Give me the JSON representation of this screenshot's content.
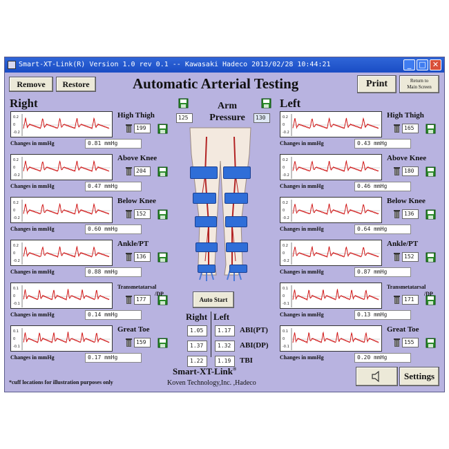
{
  "window": {
    "title": "Smart-XT-Link(R)  Version 1.0 rev 0.1   -- Kawasaki Hadeco  2013/02/28     10:44:21",
    "minimize_glyph": "_",
    "maximize_glyph": "□",
    "close_glyph": "✕"
  },
  "toolbar": {
    "remove_label": "Remove",
    "restore_label": "Restore",
    "print_label": "Print",
    "return_line1": "Return to",
    "return_line2": "Main Screen",
    "auto_start_label": "Auto Start",
    "settings_label": "Settings"
  },
  "header": {
    "title": "Automatic Arterial Testing"
  },
  "right_side": {
    "heading": "Right",
    "channels": [
      {
        "location": "High Thigh",
        "pressure": "199",
        "change": "0.81 mmHg",
        "change_label": "Changes in mmHg",
        "y_ticks": [
          "0.2",
          "0",
          "-0.2"
        ]
      },
      {
        "location": "Above Knee",
        "pressure": "204",
        "change": "0.47 mmHg",
        "change_label": "Changes in mmHg",
        "y_ticks": [
          "0.2",
          "0",
          "-0.2"
        ]
      },
      {
        "location": "Below Knee",
        "pressure": "152",
        "change": "0.60 mmHg",
        "change_label": "Changes in mmHg",
        "y_ticks": [
          "0.2",
          "0",
          "-0.2"
        ]
      },
      {
        "location": "Ankle/PT",
        "pressure": "136",
        "change": "0.88 mmHg",
        "change_label": "Changes in mmHg",
        "y_ticks": [
          "0.2",
          "0",
          "-0.2"
        ]
      },
      {
        "location": "Transmetatarsal",
        "location_suffix": "/DP",
        "pressure": "177",
        "change": "0.14 mmHg",
        "change_label": "Changes in mmHg",
        "y_ticks": [
          "0.1",
          "0",
          "-0.1"
        ]
      },
      {
        "location": "Great Toe",
        "pressure": "159",
        "change": "0.17 mmHg",
        "change_label": "Changes in mmHg",
        "y_ticks": [
          "0.1",
          "0",
          "-0.1"
        ]
      }
    ]
  },
  "left_side": {
    "heading": "Left",
    "channels": [
      {
        "location": "High Thigh",
        "pressure": "165",
        "change": "0.43 mmHg",
        "change_label": "Changes in mmHg",
        "y_ticks": [
          "0.2",
          "0",
          "-0.2"
        ]
      },
      {
        "location": "Above Knee",
        "pressure": "180",
        "change": "0.46 mmHg",
        "change_label": "Changes in mmHg",
        "y_ticks": [
          "0.2",
          "0",
          "-0.2"
        ]
      },
      {
        "location": "Below Knee",
        "pressure": "136",
        "change": "0.64 mmHg",
        "change_label": "Changes in mmHg",
        "y_ticks": [
          "0.2",
          "0",
          "-0.2"
        ]
      },
      {
        "location": "Ankle/PT",
        "pressure": "152",
        "change": "0.87 mmHg",
        "change_label": "Changes in mmHg",
        "y_ticks": [
          "0.2",
          "0",
          "-0.2"
        ]
      },
      {
        "location": "Transmetatarsal",
        "location_suffix": "/DP",
        "pressure": "171",
        "change": "0.13 mmHg",
        "change_label": "Changes in mmHg",
        "y_ticks": [
          "0.1",
          "0",
          "-0.1"
        ]
      },
      {
        "location": "Great Toe",
        "pressure": "155",
        "change": "0.20 mmHg",
        "change_label": "Changes in mmHg",
        "y_ticks": [
          "0.1",
          "0",
          "-0.1"
        ]
      }
    ]
  },
  "arm_pressure": {
    "label_line1": "Arm",
    "label_line2": "Pressure",
    "right_value": "125",
    "left_value": "130"
  },
  "indices": {
    "right_header": "Right",
    "left_header": "Left",
    "rows": [
      {
        "label": "ABI(PT)",
        "right": "1.05",
        "left": "1.17"
      },
      {
        "label": "ABI(DP)",
        "right": "1.37",
        "left": "1.32"
      },
      {
        "label": "TBI",
        "right": "1.22",
        "left": "1.19"
      }
    ]
  },
  "branding": {
    "product": "Smart-XT-Link",
    "registered": "®",
    "company": "Koven Technology,Inc. ,Hadeco"
  },
  "footnote": "*cuff locations for illustration purposes only",
  "icons": {
    "speaker": "speaker-icon",
    "trash": "trash-icon",
    "save": "save-icon"
  },
  "colors": {
    "panel": "#b8b3e0",
    "titlebar": "#1f54cc",
    "waveform": "#d01818",
    "cuff": "#2f6ed8",
    "artery": "#b22222"
  }
}
